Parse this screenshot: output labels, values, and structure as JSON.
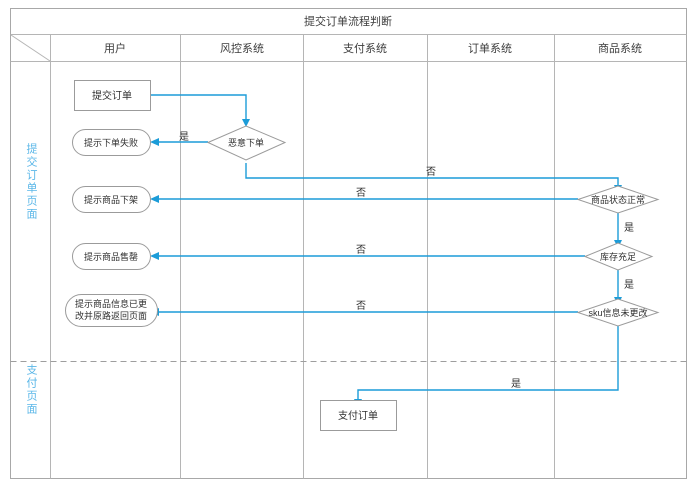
{
  "diagram": {
    "title": "提交订单流程判断",
    "columns": [
      {
        "id": "phase-col",
        "label": ""
      },
      {
        "id": "user",
        "label": "用户"
      },
      {
        "id": "risk",
        "label": "风控系统"
      },
      {
        "id": "payment",
        "label": "支付系统"
      },
      {
        "id": "order",
        "label": "订单系统"
      },
      {
        "id": "product",
        "label": "商品系统"
      }
    ],
    "phases": [
      {
        "id": "submit-order-page",
        "label": "提交订单页面"
      },
      {
        "id": "payment-page",
        "label": "支付页面"
      }
    ],
    "nodes": [
      {
        "id": "submit-order",
        "shape": "rect",
        "label": "提交订单"
      },
      {
        "id": "malicious-order",
        "shape": "diamond",
        "label": "恶意下单"
      },
      {
        "id": "tip-order-failed",
        "shape": "rounded",
        "label": "提示下单失败"
      },
      {
        "id": "product-status-ok",
        "shape": "diamond",
        "label": "商品状态正常"
      },
      {
        "id": "tip-product-offshelf",
        "shape": "rounded",
        "label": "提示商品下架"
      },
      {
        "id": "stock-enough",
        "shape": "diamond",
        "label": "库存充足"
      },
      {
        "id": "tip-product-soldout",
        "shape": "rounded",
        "label": "提示商品售罄"
      },
      {
        "id": "sku-unchanged",
        "shape": "diamond",
        "label": "sku信息未更改"
      },
      {
        "id": "tip-sku-changed",
        "shape": "rounded",
        "label_line1": "提示商品信息已更",
        "label_line2": "改并原路返回页面"
      },
      {
        "id": "pay-order",
        "shape": "rect",
        "label": "支付订单"
      }
    ],
    "edge_labels": {
      "malicious_yes": "是",
      "malicious_no": "否",
      "product_status_no": "否",
      "product_status_yes": "是",
      "stock_no": "否",
      "stock_yes": "是",
      "sku_no": "否",
      "sku_yes": "是"
    },
    "colors": {
      "flow": "#1c9cd8",
      "phase_label": "#5bb7e8",
      "node_stroke": "#9b9b9b",
      "grid": "#b5b5b5"
    }
  }
}
